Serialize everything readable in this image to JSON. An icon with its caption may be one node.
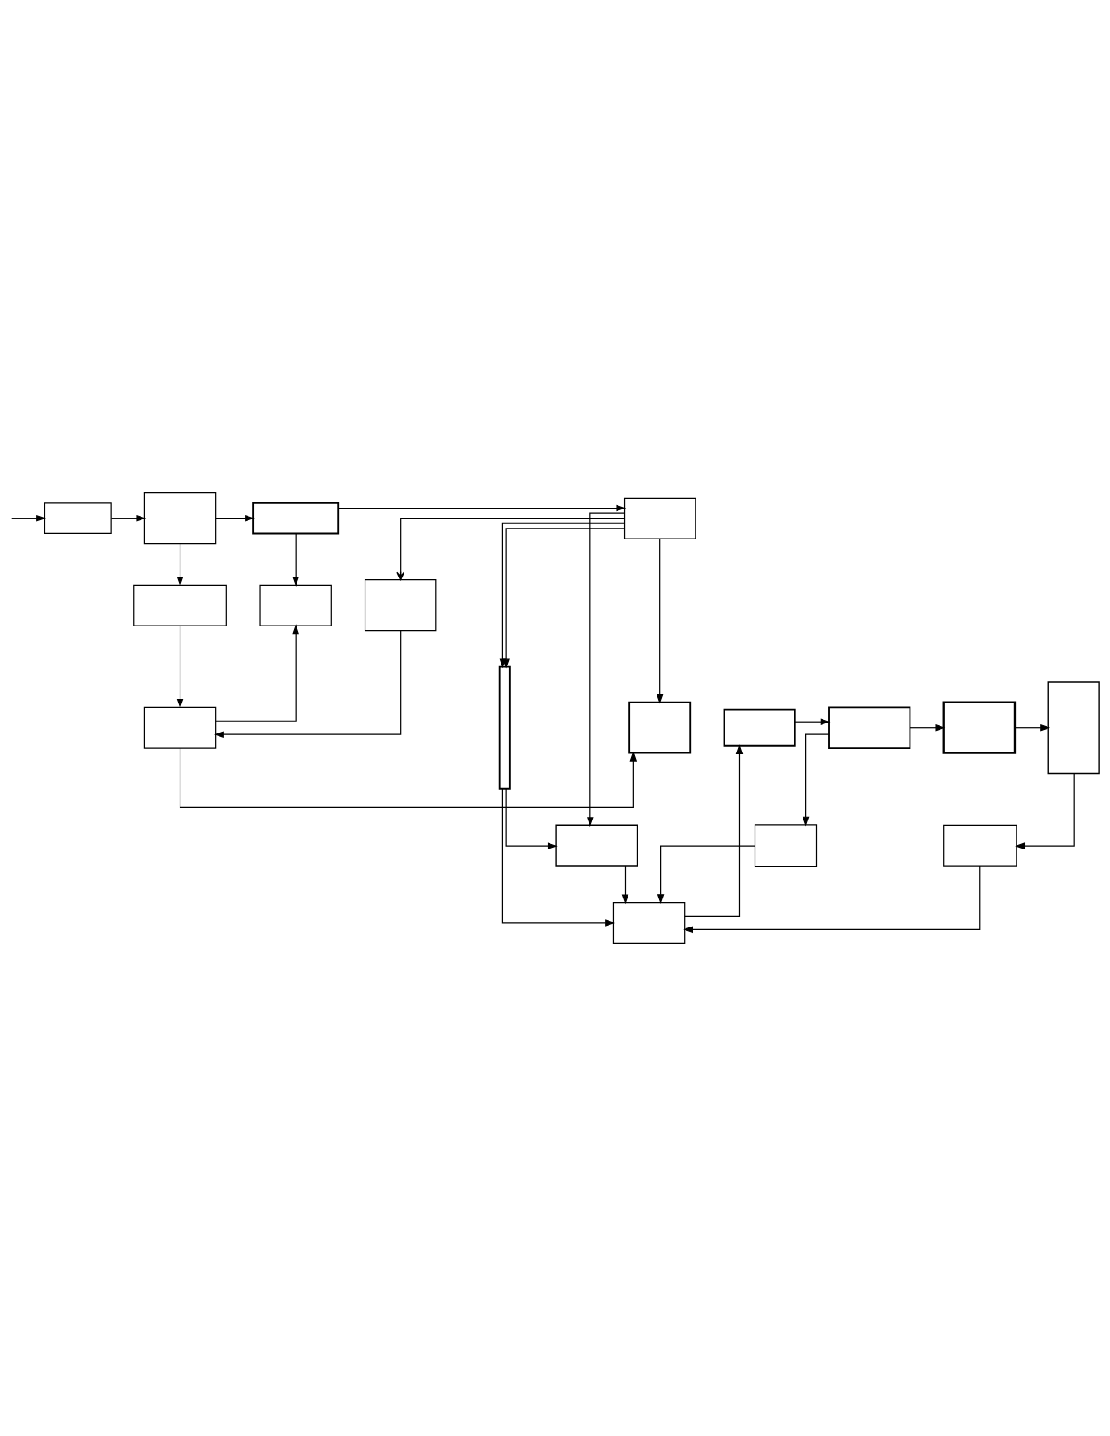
{
  "diagram": {
    "nodes": [
      {
        "text": [],
        "shape": "box"
      },
      {
        "text": [],
        "shape": "box"
      },
      {
        "text": [],
        "shape": "box"
      },
      {
        "text": [],
        "shape": "box"
      },
      {
        "text": [],
        "shape": "box"
      },
      {
        "text": [],
        "shape": "box"
      },
      {
        "text": [],
        "shape": "box"
      },
      {
        "text": [],
        "shape": "box"
      },
      {
        "text": [],
        "shape": "box"
      },
      {
        "text": [],
        "shape": "bar"
      },
      {
        "text": [],
        "shape": "box"
      },
      {
        "text": [],
        "shape": "box"
      },
      {
        "text": [],
        "shape": "box"
      },
      {
        "text": [],
        "shape": "box"
      },
      {
        "text": [],
        "shape": "box"
      },
      {
        "text": [],
        "shape": "box"
      },
      {
        "text": [],
        "shape": "box"
      },
      {
        "text": [],
        "shape": "box"
      }
    ],
    "edges": [
      {
        "from": null,
        "to": 0,
        "arrow": "to"
      },
      {
        "from": 0,
        "to": 1,
        "arrow": "to"
      },
      {
        "from": 1,
        "to": 2,
        "arrow": "to"
      },
      {
        "from": 2,
        "to": 3,
        "arrow": "to"
      },
      {
        "from": 1,
        "to": 4,
        "arrow": "to"
      },
      {
        "from": 2,
        "to": 5,
        "arrow": "to"
      },
      {
        "from": 4,
        "to": 6,
        "arrow": "to"
      },
      {
        "from": 6,
        "to": 5,
        "arrow": "to"
      },
      {
        "from": 7,
        "to": 6,
        "arrow": "to"
      },
      {
        "from": 6,
        "to": 8,
        "arrow": "to"
      },
      {
        "from": 3,
        "to": 7,
        "arrow": "to"
      },
      {
        "from": 3,
        "to": 8,
        "arrow": "to"
      },
      {
        "from": 3,
        "to": 9,
        "arrow": "to"
      },
      {
        "from": 3,
        "to": 9,
        "arrow": "to"
      },
      {
        "from": 3,
        "to": 17,
        "arrow": "to"
      },
      {
        "from": 9,
        "to": 17,
        "arrow": "to"
      },
      {
        "from": 9,
        "to": 16,
        "arrow": "to"
      },
      {
        "from": 13,
        "to": 12,
        "arrow": "to"
      },
      {
        "from": 12,
        "to": 11,
        "arrow": "to"
      },
      {
        "from": 12,
        "to": 15,
        "arrow": "to"
      },
      {
        "from": 11,
        "to": 10,
        "arrow": "to"
      },
      {
        "from": 10,
        "to": 14,
        "arrow": "to"
      },
      {
        "from": 14,
        "to": 16,
        "arrow": "to"
      },
      {
        "from": 15,
        "to": 16,
        "arrow": "to"
      },
      {
        "from": 16,
        "to": 13,
        "arrow": "to"
      },
      {
        "from": 17,
        "to": 16,
        "arrow": "to"
      }
    ]
  }
}
